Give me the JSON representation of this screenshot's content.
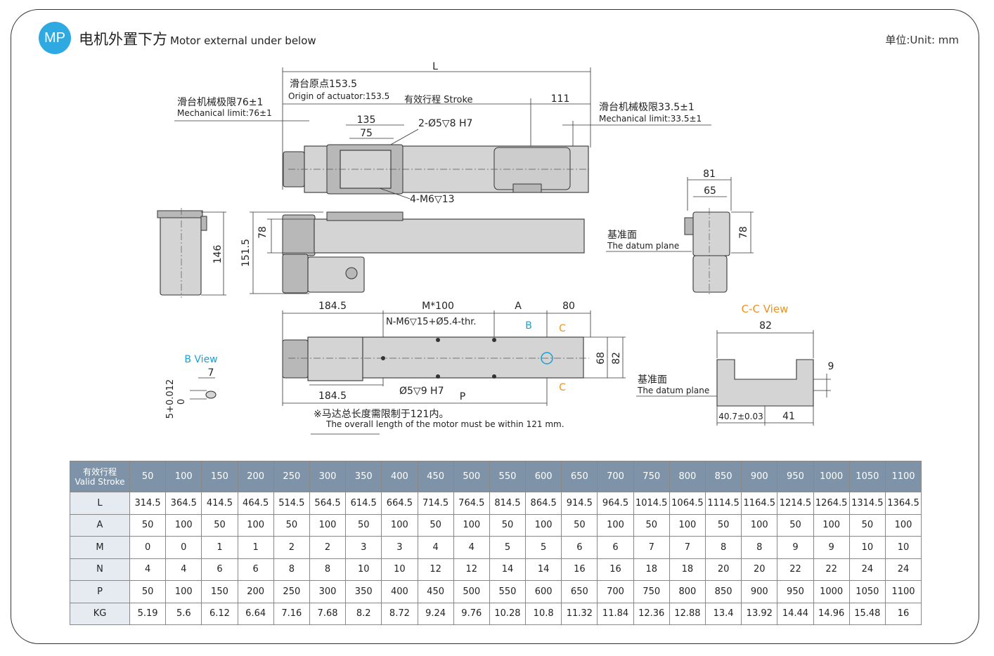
{
  "header": {
    "badge": "MP",
    "title_cn": "电机外置下方",
    "title_en": "Motor external under below",
    "unit": "单位:Unit: mm"
  },
  "colors": {
    "badge": "#2ea9e1",
    "table_header": "#7f93a8",
    "view_label": "#1a9fd6",
    "section_label": "#f0901e"
  },
  "annotations": {
    "L": "L",
    "origin_cn": "滑台原点153.5",
    "origin_en": "Origin of actuator:153.5",
    "stroke": "有效行程 Stroke",
    "d111": "111",
    "mech_left_cn": "滑台机械极限76±1",
    "mech_left_en": "Mechanical limit:76±1",
    "mech_right_cn": "滑台机械极限33.5±1",
    "mech_right_en": "Mechanical limit:33.5±1",
    "d135": "135",
    "d75": "75",
    "hole_2": "2-Ø5▽8 H7",
    "hole_4": "4-M6▽13",
    "d146": "146",
    "d151": "151.5",
    "d78": "78",
    "datum_cn": "基准面",
    "datum_en": "The datum plane",
    "d81": "81",
    "d65": "65",
    "d78r": "78",
    "d184a": "184.5",
    "m100": "M*100",
    "A": "A",
    "d80": "80",
    "n_hole": "N-M6▽15+Ø5.4-thr.",
    "B": "B",
    "C": "C",
    "d68": "68",
    "d82v": "82",
    "d184b": "184.5",
    "hole_5": "Ø5▽9 H7",
    "P": "P",
    "note_cn": "※马达总长度需限制于121内。",
    "note_en": "The overall length of the motor must be within 121 mm.",
    "bview": "B View",
    "d7": "7",
    "tol": "5+0.012",
    "zero": "0",
    "ccview": "C-C View",
    "d82": "82",
    "d9": "9",
    "d407": "40.7±0.03",
    "d41": "41"
  },
  "table": {
    "header_label_cn": "有效行程",
    "header_label_en": "Valid Stroke",
    "strokes": [
      "50",
      "100",
      "150",
      "200",
      "250",
      "300",
      "350",
      "400",
      "450",
      "500",
      "550",
      "600",
      "650",
      "700",
      "750",
      "800",
      "850",
      "900",
      "950",
      "1000",
      "1050",
      "1100"
    ],
    "rows": [
      {
        "label": "L",
        "values": [
          "314.5",
          "364.5",
          "414.5",
          "464.5",
          "514.5",
          "564.5",
          "614.5",
          "664.5",
          "714.5",
          "764.5",
          "814.5",
          "864.5",
          "914.5",
          "964.5",
          "1014.5",
          "1064.5",
          "1114.5",
          "1164.5",
          "1214.5",
          "1264.5",
          "1314.5",
          "1364.5"
        ]
      },
      {
        "label": "A",
        "values": [
          "50",
          "100",
          "50",
          "100",
          "50",
          "100",
          "50",
          "100",
          "50",
          "100",
          "50",
          "100",
          "50",
          "100",
          "50",
          "100",
          "50",
          "100",
          "50",
          "100",
          "50",
          "100"
        ]
      },
      {
        "label": "M",
        "values": [
          "0",
          "0",
          "1",
          "1",
          "2",
          "2",
          "3",
          "3",
          "4",
          "4",
          "5",
          "5",
          "6",
          "6",
          "7",
          "7",
          "8",
          "8",
          "9",
          "9",
          "10",
          "10"
        ]
      },
      {
        "label": "N",
        "values": [
          "4",
          "4",
          "6",
          "6",
          "8",
          "8",
          "10",
          "10",
          "12",
          "12",
          "14",
          "14",
          "16",
          "16",
          "18",
          "18",
          "20",
          "20",
          "22",
          "22",
          "24",
          "24"
        ]
      },
      {
        "label": "P",
        "values": [
          "50",
          "100",
          "150",
          "200",
          "250",
          "300",
          "350",
          "400",
          "450",
          "500",
          "550",
          "600",
          "650",
          "700",
          "750",
          "800",
          "850",
          "900",
          "950",
          "1000",
          "1050",
          "1100"
        ]
      },
      {
        "label": "KG",
        "values": [
          "5.19",
          "5.6",
          "6.12",
          "6.64",
          "7.16",
          "7.68",
          "8.2",
          "8.72",
          "9.24",
          "9.76",
          "10.28",
          "10.8",
          "11.32",
          "11.84",
          "12.36",
          "12.88",
          "13.4",
          "13.92",
          "14.44",
          "14.96",
          "15.48",
          "16"
        ]
      }
    ]
  }
}
